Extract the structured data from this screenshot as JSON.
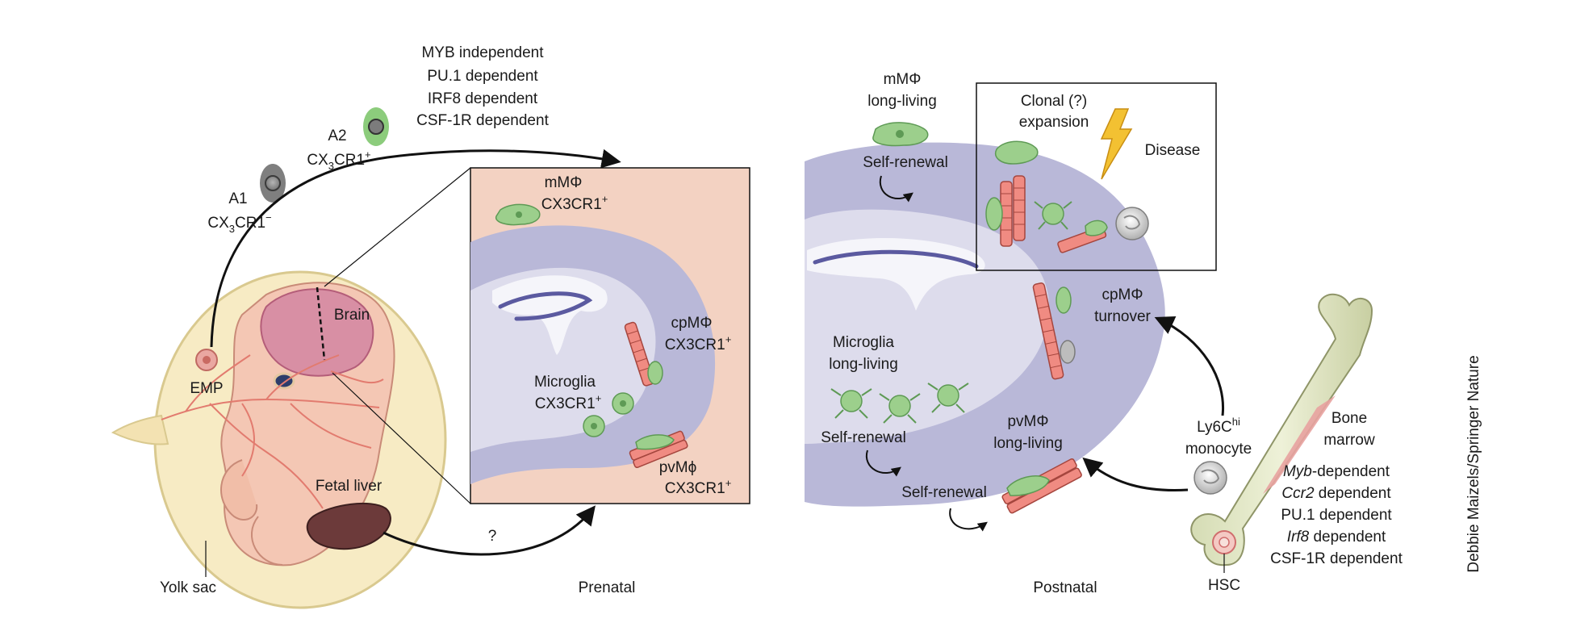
{
  "prenatal": {
    "progenitor_a2": {
      "line1": "A2",
      "marker_base": "CX",
      "marker_sub": "3",
      "marker_rest": "CR1",
      "marker_sup": "+"
    },
    "progenitor_a1": {
      "line1": "A1",
      "marker_base": "CX",
      "marker_sub": "3",
      "marker_rest": "CR1",
      "marker_sup": "−"
    },
    "dependencies": [
      "MYB independent",
      "PU.1 dependent",
      "IRF8 dependent",
      "CSF-1R dependent"
    ],
    "emp_label": "EMP",
    "brain_label": "Brain",
    "fetal_liver_label": "Fetal liver",
    "yolk_sac_label": "Yolk sac",
    "question_mark": "?",
    "section_label": "Prenatal",
    "inset": {
      "mmphi": {
        "line1": "mMΦ",
        "line2": "CX3CR1",
        "sup": "+"
      },
      "cpmphi": {
        "line1": "cpMΦ",
        "line2": "CX3CR1",
        "sup": "+"
      },
      "microglia": {
        "line1": "Microglia",
        "line2": "CX3CR1",
        "sup": "+"
      },
      "pvmphi": {
        "line1": "pvMϕ",
        "line2": "CX3CR1",
        "sup": "+"
      }
    }
  },
  "postnatal": {
    "mmphi": {
      "line1": "mMΦ",
      "line2": "long-living"
    },
    "self_renewal_top": "Self-renewal",
    "clonal": {
      "line1": "Clonal (?)",
      "line2": "expansion"
    },
    "disease_label": "Disease",
    "cpmphi": {
      "line1": "cpMΦ",
      "line2": "turnover"
    },
    "microglia": {
      "line1": "Microglia",
      "line2": "long-living"
    },
    "self_renewal_mid": "Self-renewal",
    "pvmphi": {
      "line1": "pvMΦ",
      "line2": "long-living"
    },
    "self_renewal_bottom": "Self-renewal",
    "monocyte": {
      "line1": "Ly6C",
      "sup": "hi",
      "line2": "monocyte"
    },
    "bone_marrow": {
      "line1": "Bone",
      "line2": "marrow"
    },
    "bm_dependencies": [
      {
        "italic": "Myb",
        "rest": "-dependent"
      },
      {
        "italic": "Ccr2",
        "rest": " dependent"
      },
      {
        "italic": "",
        "rest": "PU.1 dependent"
      },
      {
        "italic": "Irf8",
        "rest": " dependent"
      },
      {
        "italic": "",
        "rest": "CSF-1R dependent"
      }
    ],
    "hsc_label": "HSC",
    "section_label": "Postnatal"
  },
  "credit": "Debbie Maizels/Springer Nature",
  "colors": {
    "brain_outer": "#b9b8d8",
    "brain_inner": "#ecebf4",
    "ventricle": "#5b5aa0",
    "macrophage_green": "#9ccf8c",
    "macrophage_dark": "#5e9a55",
    "vessel": "#e27b6f",
    "inset_bg": "#f3d2c2",
    "yolk_sac": "#f7ebc4",
    "embryo": "#f4c7b4"
  }
}
